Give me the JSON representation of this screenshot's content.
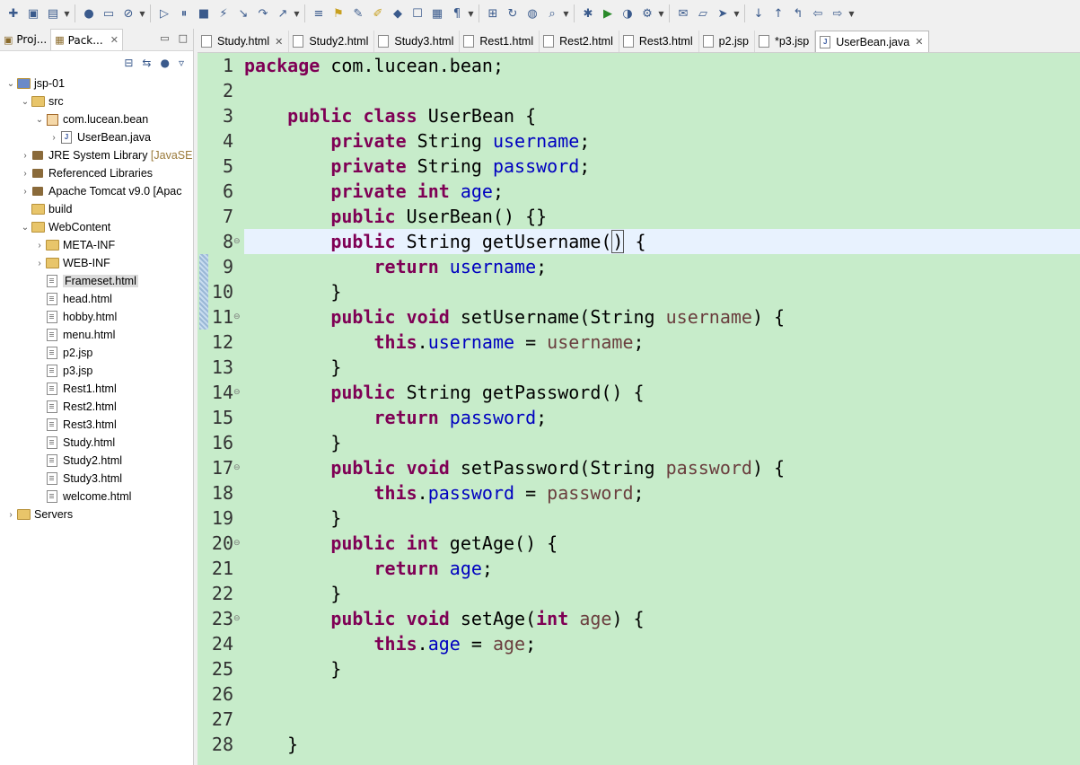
{
  "toolbar": {
    "groups": [
      [
        "new-icon",
        "save-icon",
        "save-all-icon"
      ],
      [
        "account-icon",
        "console-icon",
        "skip-breakpoints-icon"
      ],
      [
        "resume-icon",
        "suspend-icon",
        "terminate-icon",
        "disconnect-icon",
        "step-into-icon",
        "step-over-icon",
        "step-return-icon"
      ],
      [
        "format-icon",
        "toggle-mark-icon",
        "annotation-icon",
        "highlight-icon",
        "open-type-icon",
        "task-icon",
        "block-selection-icon",
        "show-whitespace-icon"
      ],
      [
        "new-server-icon",
        "refresh-icon",
        "web-browser-icon",
        "search-icon"
      ],
      [
        "debug-icon",
        "run-icon",
        "coverage-icon",
        "external-tools-icon"
      ],
      [
        "open-task-icon",
        "open-project-icon",
        "run-last-icon"
      ],
      [
        "next-annotation-icon",
        "previous-annotation-icon",
        "last-edit-icon",
        "back-icon",
        "forward-icon"
      ]
    ]
  },
  "left_panel": {
    "tabs": [
      {
        "label": "Proj...",
        "active": false
      },
      {
        "label": "Pack...",
        "active": true
      }
    ],
    "tree": [
      {
        "label": "jsp-01",
        "depth": 0,
        "expand": "open",
        "icon": "project",
        "selected": false
      },
      {
        "label": "src",
        "depth": 1,
        "expand": "open",
        "icon": "pkgfolder",
        "selected": false
      },
      {
        "label": "com.lucean.bean",
        "depth": 2,
        "expand": "open",
        "icon": "package",
        "selected": false
      },
      {
        "label": "UserBean.java",
        "depth": 3,
        "expand": "closed",
        "icon": "java",
        "selected": false
      },
      {
        "label": "JRE System Library",
        "deco": " [JavaSE",
        "depth": 1,
        "expand": "closed",
        "icon": "library",
        "selected": false
      },
      {
        "label": "Referenced Libraries",
        "depth": 1,
        "expand": "closed",
        "icon": "library",
        "selected": false
      },
      {
        "label": "Apache Tomcat v9.0 [Apac",
        "depth": 1,
        "expand": "closed",
        "icon": "library",
        "selected": false
      },
      {
        "label": "build",
        "depth": 1,
        "expand": "none",
        "icon": "folder",
        "selected": false
      },
      {
        "label": "WebContent",
        "depth": 1,
        "expand": "open",
        "icon": "folder",
        "selected": false
      },
      {
        "label": "META-INF",
        "depth": 2,
        "expand": "closed",
        "icon": "folder",
        "selected": false
      },
      {
        "label": "WEB-INF",
        "depth": 2,
        "expand": "closed",
        "icon": "folder",
        "selected": false
      },
      {
        "label": "Frameset.html",
        "depth": 2,
        "expand": "none",
        "icon": "file",
        "selected": true
      },
      {
        "label": "head.html",
        "depth": 2,
        "expand": "none",
        "icon": "file",
        "selected": false
      },
      {
        "label": "hobby.html",
        "depth": 2,
        "expand": "none",
        "icon": "file",
        "selected": false
      },
      {
        "label": "menu.html",
        "depth": 2,
        "expand": "none",
        "icon": "file",
        "selected": false
      },
      {
        "label": "p2.jsp",
        "depth": 2,
        "expand": "none",
        "icon": "file",
        "selected": false
      },
      {
        "label": "p3.jsp",
        "depth": 2,
        "expand": "none",
        "icon": "file",
        "selected": false
      },
      {
        "label": "Rest1.html",
        "depth": 2,
        "expand": "none",
        "icon": "file",
        "selected": false
      },
      {
        "label": "Rest2.html",
        "depth": 2,
        "expand": "none",
        "icon": "file",
        "selected": false
      },
      {
        "label": "Rest3.html",
        "depth": 2,
        "expand": "none",
        "icon": "file",
        "selected": false
      },
      {
        "label": "Study.html",
        "depth": 2,
        "expand": "none",
        "icon": "file",
        "selected": false
      },
      {
        "label": "Study2.html",
        "depth": 2,
        "expand": "none",
        "icon": "file",
        "selected": false
      },
      {
        "label": "Study3.html",
        "depth": 2,
        "expand": "none",
        "icon": "file",
        "selected": false
      },
      {
        "label": "welcome.html",
        "depth": 2,
        "expand": "none",
        "icon": "file",
        "selected": false
      },
      {
        "label": "Servers",
        "depth": 0,
        "expand": "closed",
        "icon": "folder",
        "selected": false
      }
    ]
  },
  "editor": {
    "tabs": [
      {
        "label": "Study.html",
        "active": false,
        "closable": true,
        "icon": "html"
      },
      {
        "label": "Study2.html",
        "active": false,
        "closable": false,
        "icon": "html"
      },
      {
        "label": "Study3.html",
        "active": false,
        "closable": false,
        "icon": "html"
      },
      {
        "label": "Rest1.html",
        "active": false,
        "closable": false,
        "icon": "html"
      },
      {
        "label": "Rest2.html",
        "active": false,
        "closable": false,
        "icon": "html"
      },
      {
        "label": "Rest3.html",
        "active": false,
        "closable": false,
        "icon": "html"
      },
      {
        "label": "p2.jsp",
        "active": false,
        "closable": false,
        "icon": "jsp"
      },
      {
        "label": "*p3.jsp",
        "active": false,
        "closable": false,
        "icon": "jsp"
      },
      {
        "label": "UserBean.java",
        "active": true,
        "closable": true,
        "icon": "java"
      }
    ],
    "current_line": 8,
    "lines": [
      {
        "n": "1",
        "fold": false,
        "tokens": [
          [
            "kw",
            "package"
          ],
          [
            "",
            "com.lucean.bean;"
          ]
        ]
      },
      {
        "n": "2",
        "fold": false,
        "tokens": []
      },
      {
        "n": "3",
        "fold": false,
        "tokens": [
          [
            "",
            "    "
          ],
          [
            "kw",
            "public"
          ],
          [
            "",
            ""
          ],
          [
            "kw",
            "class"
          ],
          [
            "",
            "UserBean {"
          ]
        ]
      },
      {
        "n": "4",
        "fold": false,
        "tokens": [
          [
            "",
            "        "
          ],
          [
            "kw",
            "private"
          ],
          [
            "",
            "String"
          ],
          [
            "fld",
            "username"
          ],
          [
            "",
            ";"
          ]
        ]
      },
      {
        "n": "5",
        "fold": false,
        "tokens": [
          [
            "",
            "        "
          ],
          [
            "kw",
            "private"
          ],
          [
            "",
            "String"
          ],
          [
            "fld",
            "password"
          ],
          [
            "",
            ";"
          ]
        ]
      },
      {
        "n": "6",
        "fold": false,
        "tokens": [
          [
            "",
            "        "
          ],
          [
            "kw",
            "private"
          ],
          [
            "kw",
            "int"
          ],
          [
            "fld",
            "age"
          ],
          [
            "",
            ";"
          ]
        ]
      },
      {
        "n": "7",
        "fold": false,
        "tokens": [
          [
            "",
            "        "
          ],
          [
            "kw",
            "public"
          ],
          [
            "",
            "UserBean() {}"
          ]
        ]
      },
      {
        "n": "8",
        "fold": true,
        "tokens": [
          [
            "",
            "        "
          ],
          [
            "kw",
            "public"
          ],
          [
            "",
            "String getUsername("
          ],
          [
            "caret",
            ")"
          ],
          [
            "",
            " {"
          ]
        ]
      },
      {
        "n": "9",
        "fold": false,
        "tokens": [
          [
            "",
            "            "
          ],
          [
            "kw",
            "return"
          ],
          [
            "fld",
            "username"
          ],
          [
            "",
            ";"
          ]
        ]
      },
      {
        "n": "10",
        "fold": false,
        "tokens": [
          [
            "",
            "        }"
          ]
        ]
      },
      {
        "n": "11",
        "fold": true,
        "tokens": [
          [
            "",
            "        "
          ],
          [
            "kw",
            "public"
          ],
          [
            "kw",
            "void"
          ],
          [
            "",
            "setUsername(String"
          ],
          [
            "prm",
            "username"
          ],
          [
            "",
            ") {"
          ]
        ]
      },
      {
        "n": "12",
        "fold": false,
        "tokens": [
          [
            "",
            "            "
          ],
          [
            "kw",
            "this"
          ],
          [
            "",
            "."
          ],
          [
            "fld",
            "username"
          ],
          [
            "",
            " = "
          ],
          [
            "prm",
            "username"
          ],
          [
            "",
            ";"
          ]
        ]
      },
      {
        "n": "13",
        "fold": false,
        "tokens": [
          [
            "",
            "        }"
          ]
        ]
      },
      {
        "n": "14",
        "fold": true,
        "tokens": [
          [
            "",
            "        "
          ],
          [
            "kw",
            "public"
          ],
          [
            "",
            "String getPassword() {"
          ]
        ]
      },
      {
        "n": "15",
        "fold": false,
        "tokens": [
          [
            "",
            "            "
          ],
          [
            "kw",
            "return"
          ],
          [
            "fld",
            "password"
          ],
          [
            "",
            ";"
          ]
        ]
      },
      {
        "n": "16",
        "fold": false,
        "tokens": [
          [
            "",
            "        }"
          ]
        ]
      },
      {
        "n": "17",
        "fold": true,
        "tokens": [
          [
            "",
            "        "
          ],
          [
            "kw",
            "public"
          ],
          [
            "kw",
            "void"
          ],
          [
            "",
            "setPassword(String"
          ],
          [
            "prm",
            "password"
          ],
          [
            "",
            ") {"
          ]
        ]
      },
      {
        "n": "18",
        "fold": false,
        "tokens": [
          [
            "",
            "            "
          ],
          [
            "kw",
            "this"
          ],
          [
            "",
            "."
          ],
          [
            "fld",
            "password"
          ],
          [
            "",
            " = "
          ],
          [
            "prm",
            "password"
          ],
          [
            "",
            ";"
          ]
        ]
      },
      {
        "n": "19",
        "fold": false,
        "tokens": [
          [
            "",
            "        }"
          ]
        ]
      },
      {
        "n": "20",
        "fold": true,
        "tokens": [
          [
            "",
            "        "
          ],
          [
            "kw",
            "public"
          ],
          [
            "kw",
            "int"
          ],
          [
            "",
            "getAge() {"
          ]
        ]
      },
      {
        "n": "21",
        "fold": false,
        "tokens": [
          [
            "",
            "            "
          ],
          [
            "kw",
            "return"
          ],
          [
            "fld",
            "age"
          ],
          [
            "",
            ";"
          ]
        ]
      },
      {
        "n": "22",
        "fold": false,
        "tokens": [
          [
            "",
            "        }"
          ]
        ]
      },
      {
        "n": "23",
        "fold": true,
        "tokens": [
          [
            "",
            "        "
          ],
          [
            "kw",
            "public"
          ],
          [
            "kw",
            "void"
          ],
          [
            "",
            "setAge("
          ],
          [
            "kw",
            "int"
          ],
          [
            "prm",
            "age"
          ],
          [
            "",
            ") {"
          ]
        ]
      },
      {
        "n": "24",
        "fold": false,
        "tokens": [
          [
            "",
            "            "
          ],
          [
            "kw",
            "this"
          ],
          [
            "",
            "."
          ],
          [
            "fld",
            "age"
          ],
          [
            "",
            " = "
          ],
          [
            "prm",
            "age"
          ],
          [
            "",
            ";"
          ]
        ]
      },
      {
        "n": "25",
        "fold": false,
        "tokens": [
          [
            "",
            "        }"
          ]
        ]
      },
      {
        "n": "26",
        "fold": false,
        "tokens": []
      },
      {
        "n": "27",
        "fold": false,
        "tokens": []
      },
      {
        "n": "28",
        "fold": false,
        "tokens": [
          [
            "",
            "    }"
          ]
        ]
      }
    ]
  },
  "colors": {
    "editor_bg": "#c7ecca",
    "current_line_bg": "#e8f2fe",
    "keyword": "#7f0055",
    "field": "#0000c0",
    "parameter": "#6a3e3e"
  }
}
